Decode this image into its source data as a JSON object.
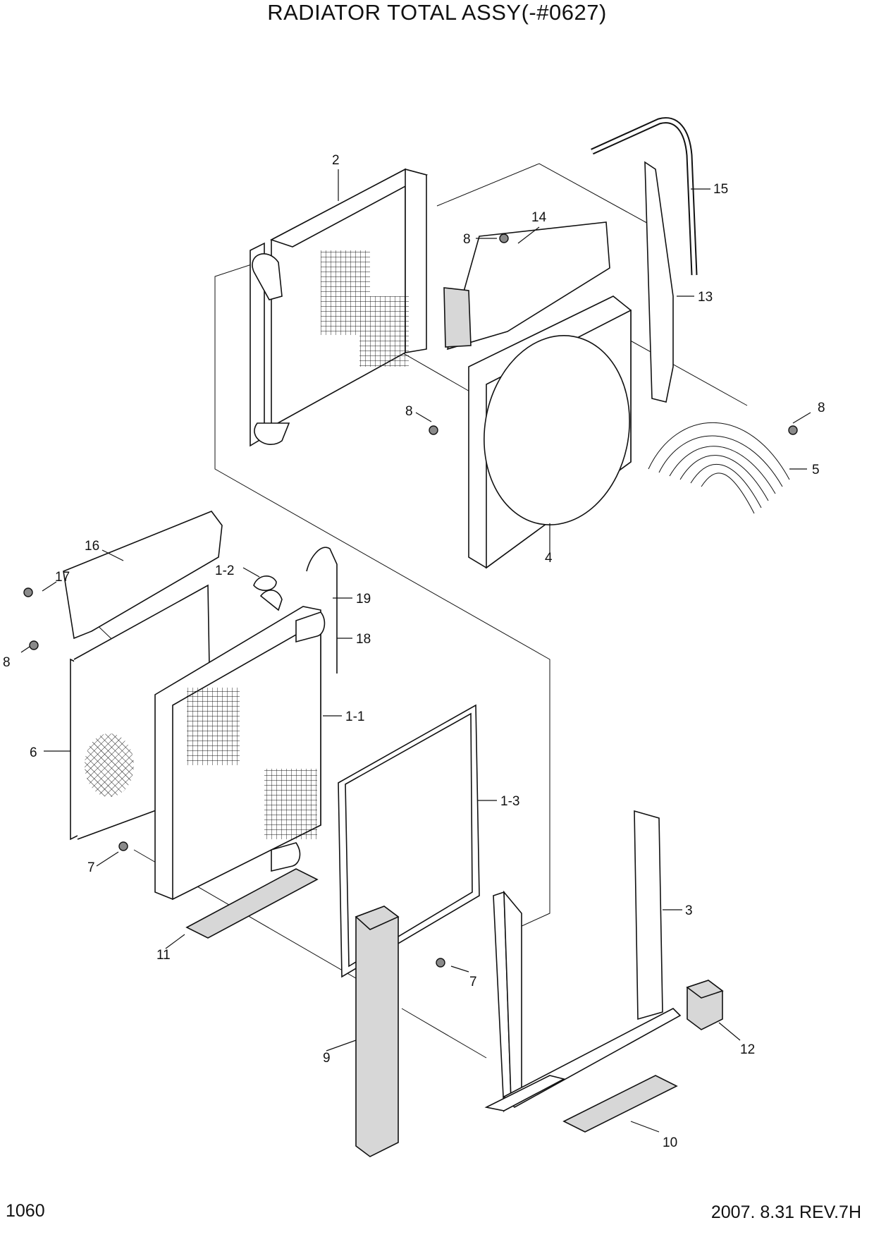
{
  "header": {
    "title": "RADIATOR TOTAL ASSY(-#0627)"
  },
  "footer": {
    "page_number": "1060",
    "revision": "2007. 8.31 REV.7H"
  },
  "callouts": [
    "2",
    "15",
    "14",
    "8",
    "13",
    "8",
    "8",
    "5",
    "4",
    "16",
    "17",
    "1-2",
    "19",
    "18",
    "8",
    "1-1",
    "6",
    "1-3",
    "3",
    "7",
    "11",
    "7",
    "9",
    "12",
    "10"
  ]
}
